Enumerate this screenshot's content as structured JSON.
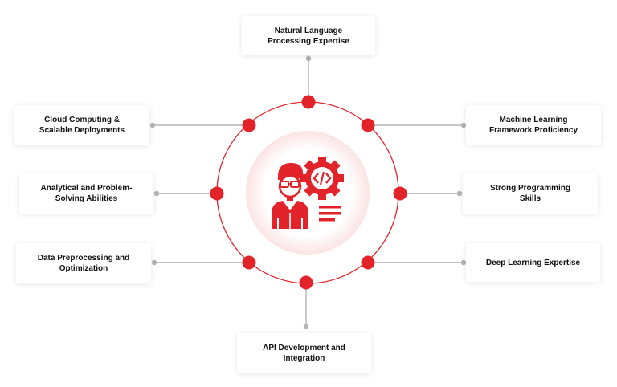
{
  "center_icon": "developer-with-code-gear-icon",
  "colors": {
    "accent": "#e3232a",
    "connector": "#b3b3b3",
    "card_text": "#111111",
    "background": "#ffffff"
  },
  "skills": [
    {
      "label": "Natural Language\nProcessing Expertise"
    },
    {
      "label": "Cloud Computing &\nScalable Deployments"
    },
    {
      "label": "Analytical and Problem-\nSolving Abilities"
    },
    {
      "label": "Data Preprocessing and\nOptimization"
    },
    {
      "label": "Machine Learning\nFramework Proficiency"
    },
    {
      "label": "Strong Programming\nSkills"
    },
    {
      "label": "Deep Learning Expertise"
    },
    {
      "label": "API Development and\nIntegration"
    }
  ]
}
